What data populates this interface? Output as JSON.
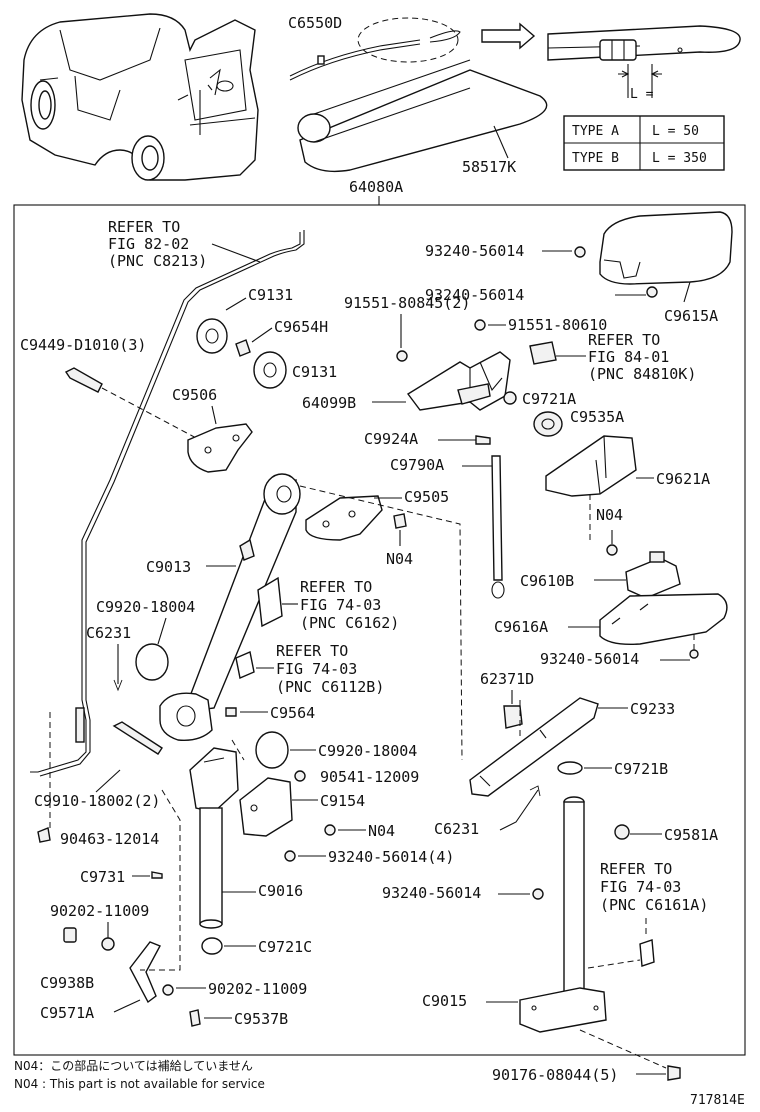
{
  "labels": {
    "c6550d": "C6550D",
    "p58517k": "58517K",
    "p64080a": "64080A",
    "l_eq": "L =",
    "refer_82_1": "REFER TO",
    "refer_82_2": "FIG 82-02",
    "refer_82_3": "(PNC C8213)",
    "p93240_top": "93240-56014",
    "c9131_a": "C9131",
    "p91551_80845": "91551-80845(2)",
    "p93240_b": "93240-56014",
    "c9615a": "C9615A",
    "c9654h": "C9654H",
    "p91551_80610": "91551-80610",
    "c9449": "C9449-D1010(3)",
    "refer_84_1": "REFER TO",
    "refer_84_2": "FIG 84-01",
    "refer_84_3": "(PNC 84810K)",
    "c9131_b": "C9131",
    "p64099b": "64099B",
    "c9721a": "C9721A",
    "c9506": "C9506",
    "c9535a": "C9535A",
    "c9924a": "C9924A",
    "c9790a": "C9790A",
    "c9621a": "C9621A",
    "c9505": "C9505",
    "n04_a": "N04",
    "n04_b": "N04",
    "c9013": "C9013",
    "refer_74a_1": "REFER TO",
    "refer_74a_2": "FIG 74-03",
    "refer_74a_3": "(PNC C6162)",
    "c9610b": "C9610B",
    "p99920_a": "C9920-18004",
    "c6231_a": "C6231",
    "c9616a": "C9616A",
    "refer_74b_1": "REFER TO",
    "refer_74b_2": "FIG 74-03",
    "refer_74b_3": "(PNC C6112B)",
    "p93240_c": "93240-56014",
    "p62371d": "62371D",
    "c9564": "C9564",
    "c9233": "C9233",
    "p99920_b": "C9920-18004",
    "c9721b": "C9721B",
    "c9910": "C9910-18002(2)",
    "p90541": "90541-12009",
    "c9154": "C9154",
    "c6231_b": "C6231",
    "p90463": "90463-12014",
    "n04_c": "N04",
    "c9581a": "C9581A",
    "p93240_d": "93240-56014(4)",
    "c9731": "C9731",
    "c9016": "C9016",
    "p93240_e": "93240-56014",
    "refer_74c_1": "REFER TO",
    "refer_74c_2": "FIG 74-03",
    "refer_74c_3": "(PNC C6161A)",
    "p90202_a": "90202-11009",
    "c9721c": "C9721C",
    "c9938b": "C9938B",
    "p90202_b": "90202-11009",
    "c9015": "C9015",
    "c9571a": "C9571A",
    "c9537b": "C9537B",
    "p90176": "90176-08044(5)",
    "figure_id": "717814E"
  },
  "type_table": {
    "rows": [
      {
        "type": "TYPE  A",
        "length": "L = 50"
      },
      {
        "type": "TYPE  B",
        "length": "L = 350"
      }
    ]
  },
  "notes": {
    "jp": "N04：この部品については補給していません",
    "en": "N04 : This part is not available for service"
  }
}
